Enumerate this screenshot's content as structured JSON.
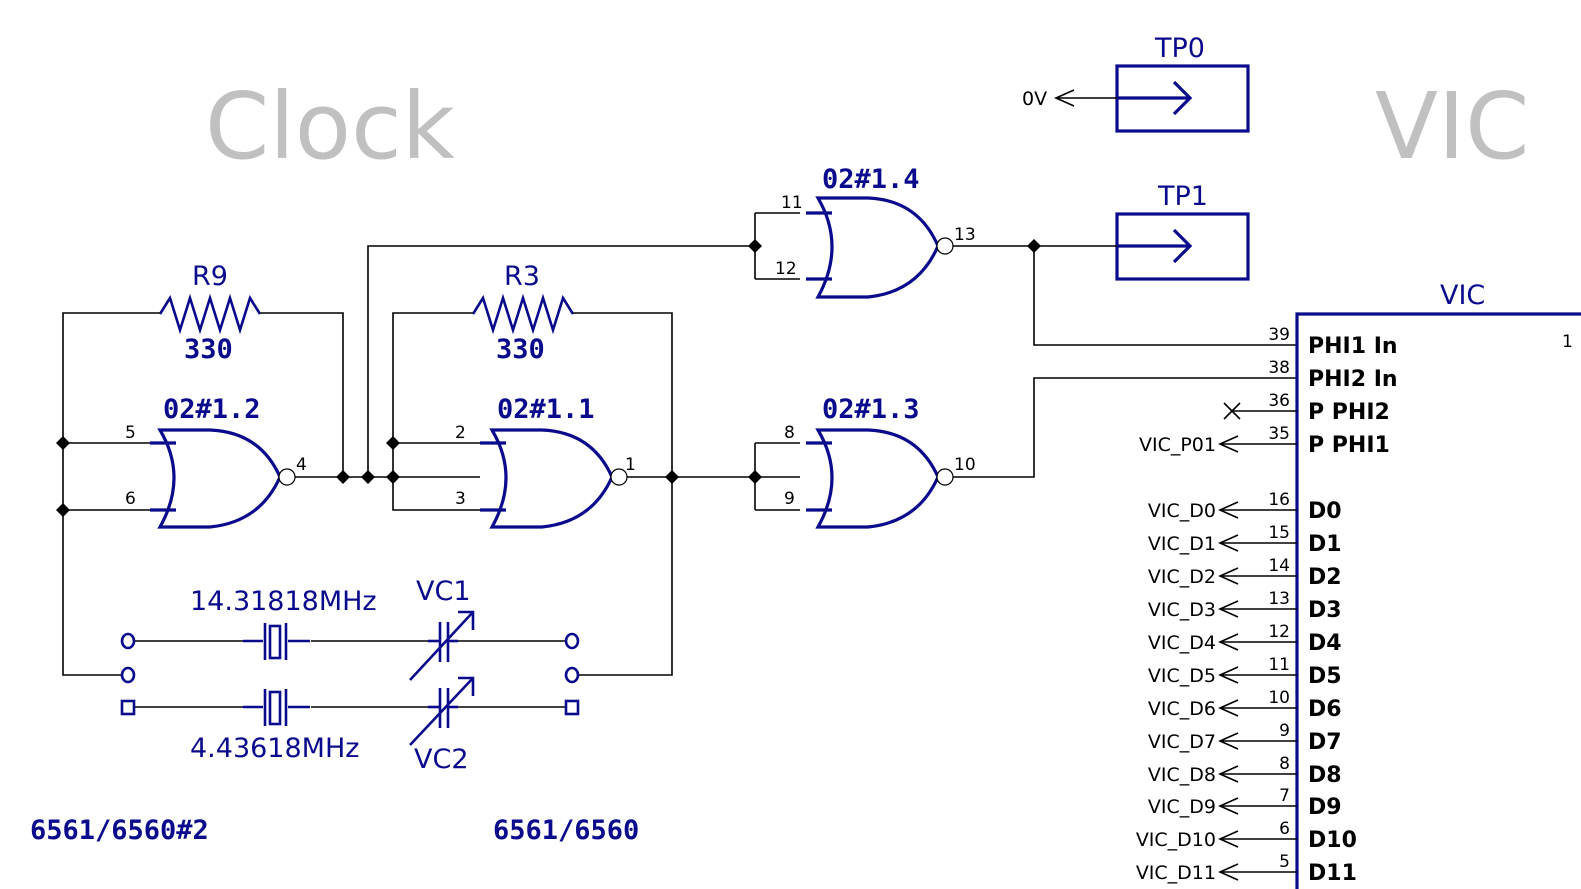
{
  "sheet": {
    "section_titles": {
      "left": "Clock",
      "right": "VIC"
    },
    "colors": {
      "symbol": "#0a0a8c",
      "wire": "#000000",
      "title": "#c0c0c0",
      "background": "#ffffff"
    }
  },
  "test_points": [
    {
      "ref": "TP0",
      "net": "0V"
    },
    {
      "ref": "TP1",
      "net": ""
    }
  ],
  "gates": [
    {
      "ref": "02#1.2",
      "type": "NOR",
      "inputs": [
        "5",
        "6"
      ],
      "output": "4"
    },
    {
      "ref": "02#1.1",
      "type": "NOR",
      "inputs": [
        "2",
        "3"
      ],
      "output": "1"
    },
    {
      "ref": "02#1.4",
      "type": "NOR",
      "inputs": [
        "11",
        "12"
      ],
      "output": "13"
    },
    {
      "ref": "02#1.3",
      "type": "NOR",
      "inputs": [
        "8",
        "9"
      ],
      "output": "10"
    }
  ],
  "resistors": [
    {
      "ref": "R9",
      "value": "330"
    },
    {
      "ref": "R3",
      "value": "330"
    }
  ],
  "crystals": [
    {
      "value": "14.31818MHz"
    },
    {
      "value": "4.43618MHz"
    }
  ],
  "trimmers": [
    {
      "ref": "VC1"
    },
    {
      "ref": "VC2"
    }
  ],
  "jumper_labels": {
    "left": "6561/6560#2",
    "right": "6561/6560"
  },
  "vic": {
    "ref": "VIC",
    "pins": [
      {
        "num": "39",
        "name": "PHI1 In",
        "net": ""
      },
      {
        "num": "38",
        "name": "PHI2 In",
        "net": ""
      },
      {
        "num": "36",
        "name": "P PHI2",
        "net": "no-connect"
      },
      {
        "num": "35",
        "name": "P PHI1",
        "net": "VIC_P01"
      },
      {
        "num": "16",
        "name": "D0",
        "net": "VIC_D0"
      },
      {
        "num": "15",
        "name": "D1",
        "net": "VIC_D1"
      },
      {
        "num": "14",
        "name": "D2",
        "net": "VIC_D2"
      },
      {
        "num": "13",
        "name": "D3",
        "net": "VIC_D3"
      },
      {
        "num": "12",
        "name": "D4",
        "net": "VIC_D4"
      },
      {
        "num": "11",
        "name": "D5",
        "net": "VIC_D5"
      },
      {
        "num": "10",
        "name": "D6",
        "net": "VIC_D6"
      },
      {
        "num": "9",
        "name": "D7",
        "net": "VIC_D7"
      },
      {
        "num": "8",
        "name": "D8",
        "net": "VIC_D8"
      },
      {
        "num": "7",
        "name": "D9",
        "net": "VIC_D9"
      },
      {
        "num": "6",
        "name": "D10",
        "net": "VIC_D10"
      },
      {
        "num": "5",
        "name": "D11",
        "net": "VIC_D11"
      }
    ]
  }
}
